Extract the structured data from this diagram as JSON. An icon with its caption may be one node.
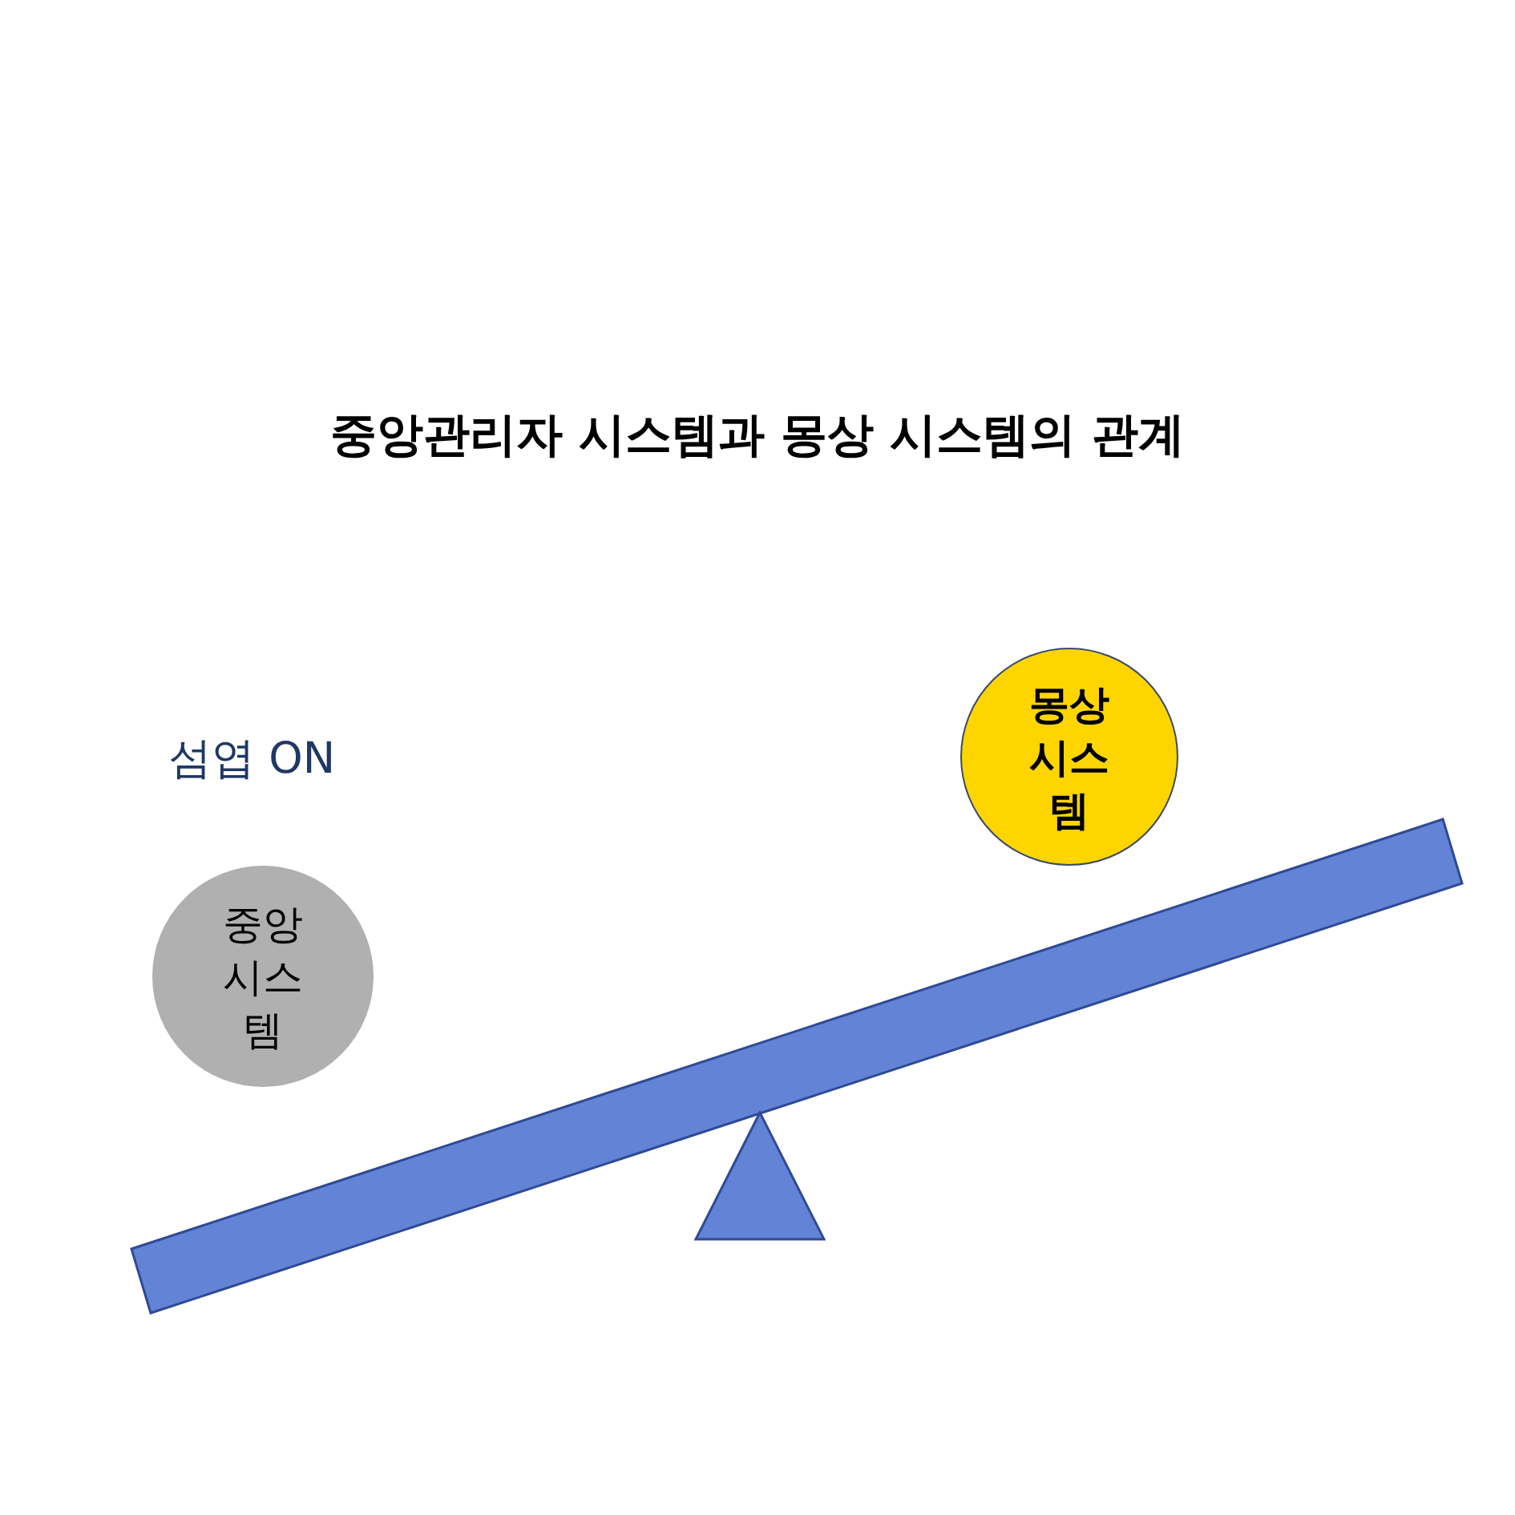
{
  "diagram": {
    "title": "중앙관리자 시스템과 몽상 시스템의 관계",
    "nodes": [
      {
        "text": [
          "중앙시스템"
        ]
      },
      {
        "text": [
          "몽상시스템"
        ]
      }
    ],
    "labels": [
      "섬엽 ON"
    ]
  }
}
